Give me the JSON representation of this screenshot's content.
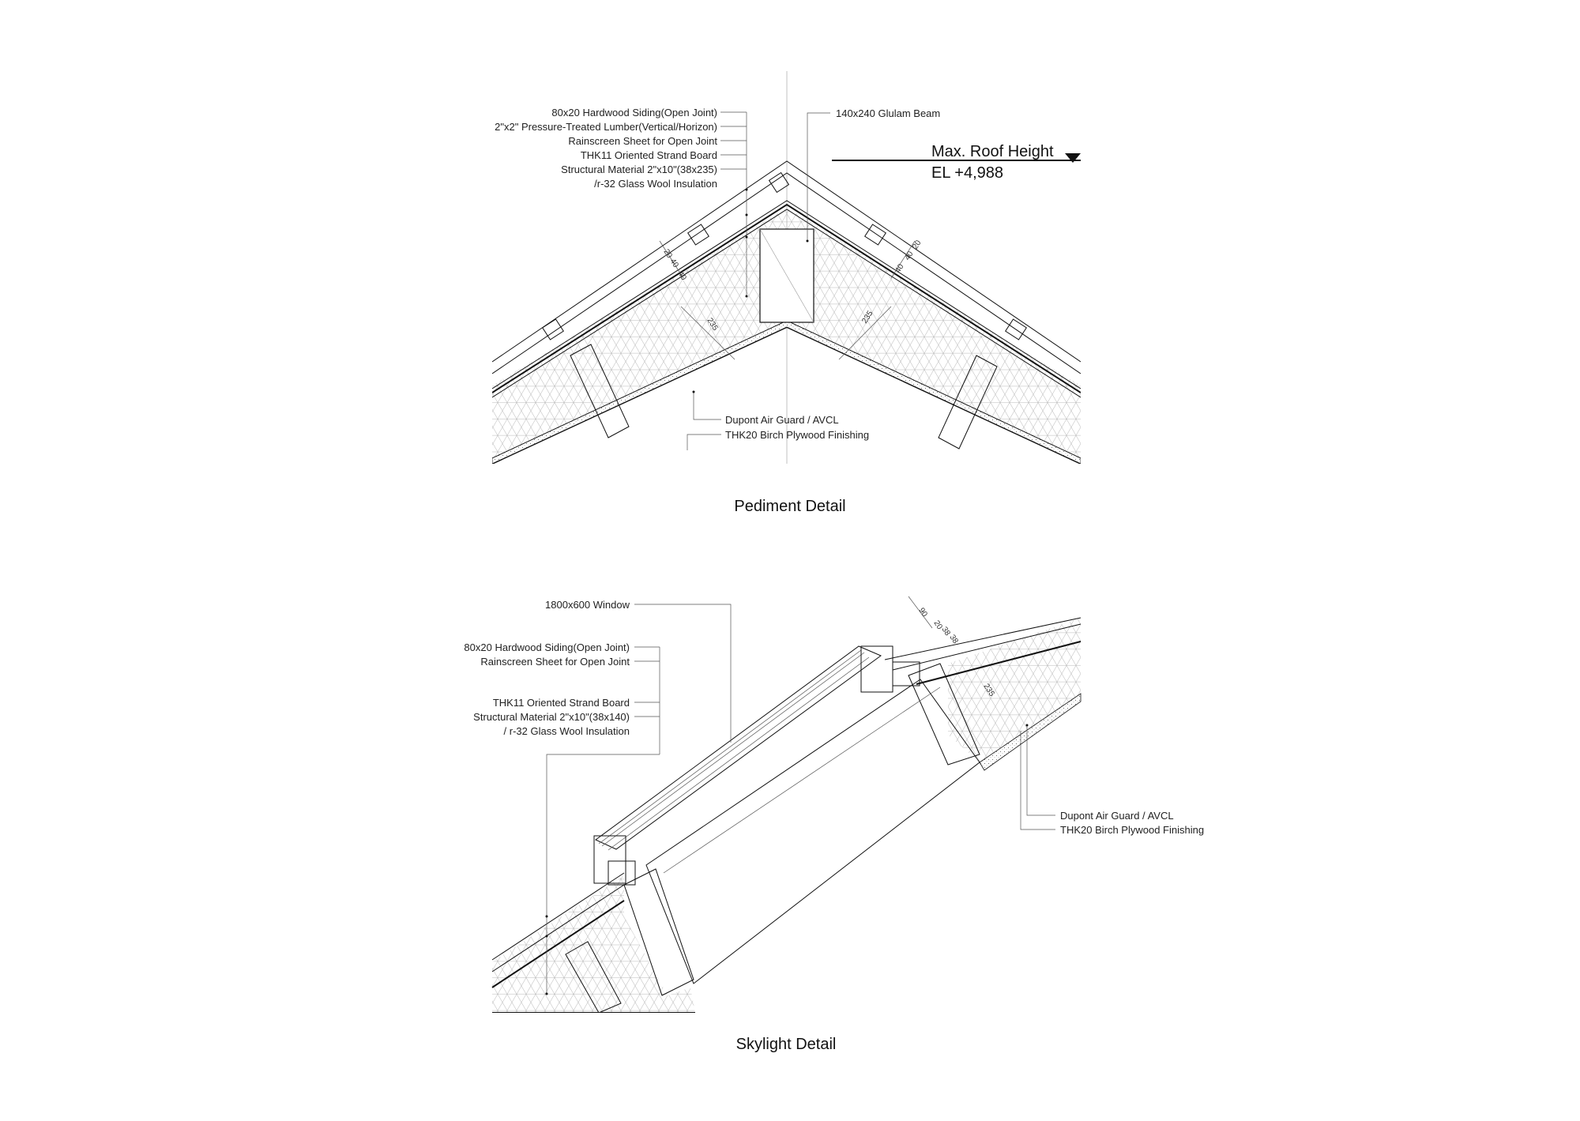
{
  "pediment": {
    "caption": "Pediment Detail",
    "left_labels": [
      "80x20 Hardwood Siding(Open Joint)",
      "2\"x2\" Pressure-Treated Lumber(Vertical/Horizon)",
      "Rainscreen Sheet for Open Joint",
      "THK11 Oriented Strand Board",
      "Structural Material 2\"x10\"(38x235)",
      "/r-32 Glass Wool Insulation"
    ],
    "beam_label": "140x240 Glulam Beam",
    "level_title": "Max. Roof Height",
    "level_value": "EL +4,988",
    "bottom_labels": [
      "Dupont Air Guard / AVCL",
      "THK20 Birch Plywood Finishing"
    ],
    "dims": [
      "40",
      "40",
      "235",
      "40",
      "40",
      "235",
      "20",
      "20"
    ]
  },
  "skylight": {
    "caption": "Skylight Detail",
    "window_label": "1800x600 Window",
    "left_labels_a": [
      "80x20  Hardwood Siding(Open Joint)",
      "Rainscreen Sheet for Open Joint"
    ],
    "left_labels_b": [
      "THK11 Oriented Strand Board",
      "Structural Material 2\"x10\"(38x140)",
      "/ r-32 Glass Wool Insulation"
    ],
    "right_labels": [
      "Dupont Air Guard / AVCL",
      "THK20 Birch Plywood Finishing"
    ],
    "dims": [
      "90",
      "20",
      "38",
      "38",
      "235"
    ]
  }
}
